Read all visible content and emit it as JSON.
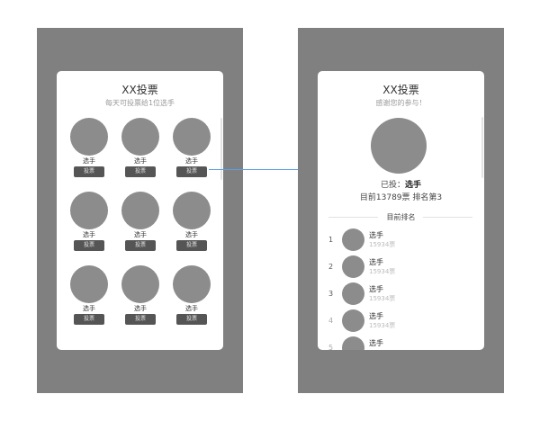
{
  "colors": {
    "frame": "#808080",
    "card": "#ffffff",
    "avatar": "#8c8c8c",
    "button": "#555555",
    "connector": "#5aa0e6"
  },
  "vote_screen": {
    "title": "XX投票",
    "subtitle": "每天可投票给1位选手",
    "candidates": [
      {
        "name": "选手",
        "button": "投票"
      },
      {
        "name": "选手",
        "button": "投票"
      },
      {
        "name": "选手",
        "button": "投票"
      },
      {
        "name": "选手",
        "button": "投票"
      },
      {
        "name": "选手",
        "button": "投票"
      },
      {
        "name": "选手",
        "button": "投票"
      },
      {
        "name": "选手",
        "button": "投票"
      },
      {
        "name": "选手",
        "button": "投票"
      },
      {
        "name": "选手",
        "button": "投票"
      }
    ]
  },
  "result_screen": {
    "title": "XX投票",
    "subtitle": "感谢您的参与！",
    "voted_label": "已投：",
    "voted_name": "选手",
    "stats": "目前13789票 排名第3",
    "ranking_title": "目前排名",
    "ranking": [
      {
        "rank": "1",
        "name": "选手",
        "votes": "15934票"
      },
      {
        "rank": "2",
        "name": "选手",
        "votes": "15934票"
      },
      {
        "rank": "3",
        "name": "选手",
        "votes": "15934票"
      },
      {
        "rank": "4",
        "name": "选手",
        "votes": "15934票"
      },
      {
        "rank": "5",
        "name": "选手",
        "votes": ""
      }
    ]
  }
}
